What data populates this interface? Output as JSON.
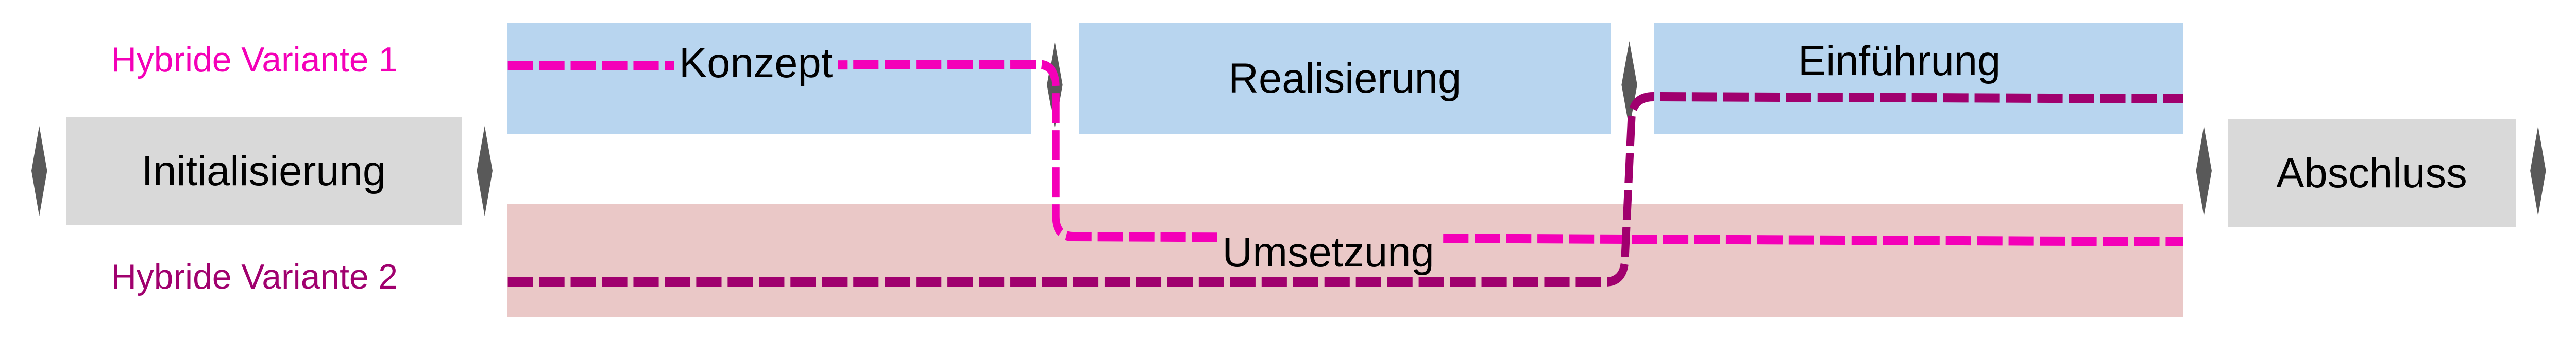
{
  "variants": [
    {
      "label": "Hybride Variante 1",
      "color": "#F400B8"
    },
    {
      "label": "Hybride Variante 2",
      "color": "#A0006E"
    }
  ],
  "phases": {
    "init": "Initialisierung",
    "konzept": "Konzept",
    "realisierung": "Realisierung",
    "einfuehrung": "Einführung",
    "umsetzung": "Umsetzung",
    "abschluss": "Abschluss"
  },
  "colors": {
    "phase": "#B8D5EF",
    "umsetzung": "#EAC8C7",
    "frame": "#D9D9D9",
    "milestone": "#595959"
  }
}
